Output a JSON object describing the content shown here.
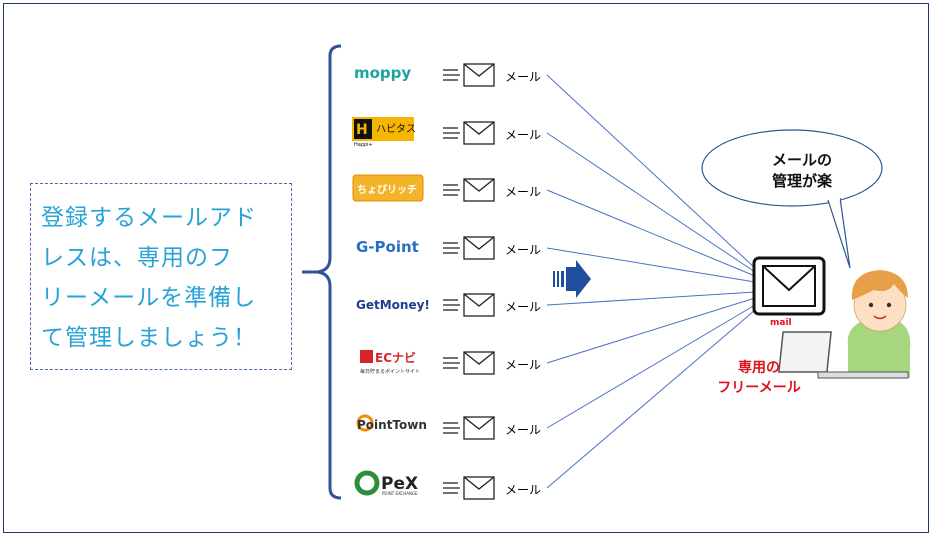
{
  "message": {
    "lines": [
      "登録するメールアド",
      "レスは、専用のフ",
      "リーメールを準備し",
      "て管理しましょう！"
    ]
  },
  "services": [
    {
      "name": "moppy",
      "mail_label": "メール"
    },
    {
      "name": "ハピタス",
      "sub": "Happi+",
      "mail_label": "メール"
    },
    {
      "name": "ちょびリッチ",
      "mail_label": "メール"
    },
    {
      "name": "G-Point",
      "mail_label": "メール"
    },
    {
      "name": "GetMoney!",
      "mail_label": "メール"
    },
    {
      "name": "ECナビ",
      "sub": "毎日貯まるポイントサイト",
      "mail_label": "メール"
    },
    {
      "name": "PointTown",
      "mail_label": "メール"
    },
    {
      "name": "PeX",
      "sub": "POINT EXCHANGE",
      "mail_label": "メール"
    }
  ],
  "bubble": {
    "line1": "メールの",
    "line2": "管理が楽"
  },
  "dedicated": {
    "line1": "専用の",
    "line2": "フリーメール"
  },
  "mail_tag": "mail",
  "colors": {
    "border": "#1f3864",
    "text_blue": "#29a3d6",
    "brace": "#2e5597",
    "line": "#4a72c4",
    "arrow": "#1f4e9c",
    "red": "#e0101c"
  }
}
